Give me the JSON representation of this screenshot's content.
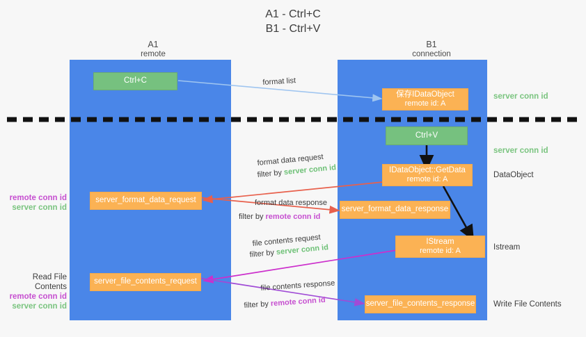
{
  "title": {
    "line1": "A1 - Ctrl+C",
    "line2": "B1 - Ctrl+V"
  },
  "columns": [
    {
      "name": "A1",
      "sub": "remote"
    },
    {
      "name": "B1",
      "sub": "connection"
    }
  ],
  "boxes": {
    "ctrl_c": "Ctrl+C",
    "ctrl_v": "Ctrl+V",
    "save_dataobject_l1": "保存IDataObject",
    "save_dataobject_l2": "remote id: A",
    "getdata_l1": "IDataObject::GetData",
    "getdata_l2": "remote id: A",
    "istream_l1": "IStream",
    "istream_l2": "remote id: A",
    "server_format_data_request": "server_format_data_request",
    "server_format_data_response": "server_format_data_response",
    "server_file_contents_request": "server_file_contents_request",
    "server_file_contents_response": "server_file_contents_response"
  },
  "right_labels": {
    "server_conn_id_1": "server conn id",
    "server_conn_id_2": "server conn id",
    "dataobject": "DataObject",
    "istream": "Istream",
    "write_file_contents": "Write File Contents"
  },
  "left_labels": {
    "remote_conn_id_1": "remote conn id",
    "server_conn_id_1": "server conn id",
    "read_file_contents": "Read File Contents",
    "remote_conn_id_2": "remote conn id",
    "server_conn_id_2": "server conn id"
  },
  "edges": {
    "format_list": "format list",
    "format_data_request": "format data request",
    "format_data_request_filter_prefix": "filter by ",
    "format_data_request_filter_value": "server conn id",
    "format_data_response": "format data response",
    "format_data_response_filter_prefix": "filter by ",
    "format_data_response_filter_value": "remote conn id",
    "file_contents_request": "file contents request",
    "file_contents_request_filter_prefix": "filter by ",
    "file_contents_request_filter_value": "server conn id",
    "file_contents_response": "file contents response",
    "file_contents_response_filter_prefix": "filter by ",
    "file_contents_response_filter_value": "remote conn id"
  },
  "colors": {
    "lane": "#4a86e8",
    "green_box": "#76c17f",
    "orange_box": "#fbb254",
    "green_text": "#7ac47f",
    "purple_text": "#c64fd0",
    "red_arrow": "#e8604c",
    "magenta_arrow": "#cc2fcc",
    "purple_arrow": "#a04bd6",
    "light_blue_arrow": "#9fc5f0",
    "black": "#111111",
    "background": "#f7f7f7"
  }
}
